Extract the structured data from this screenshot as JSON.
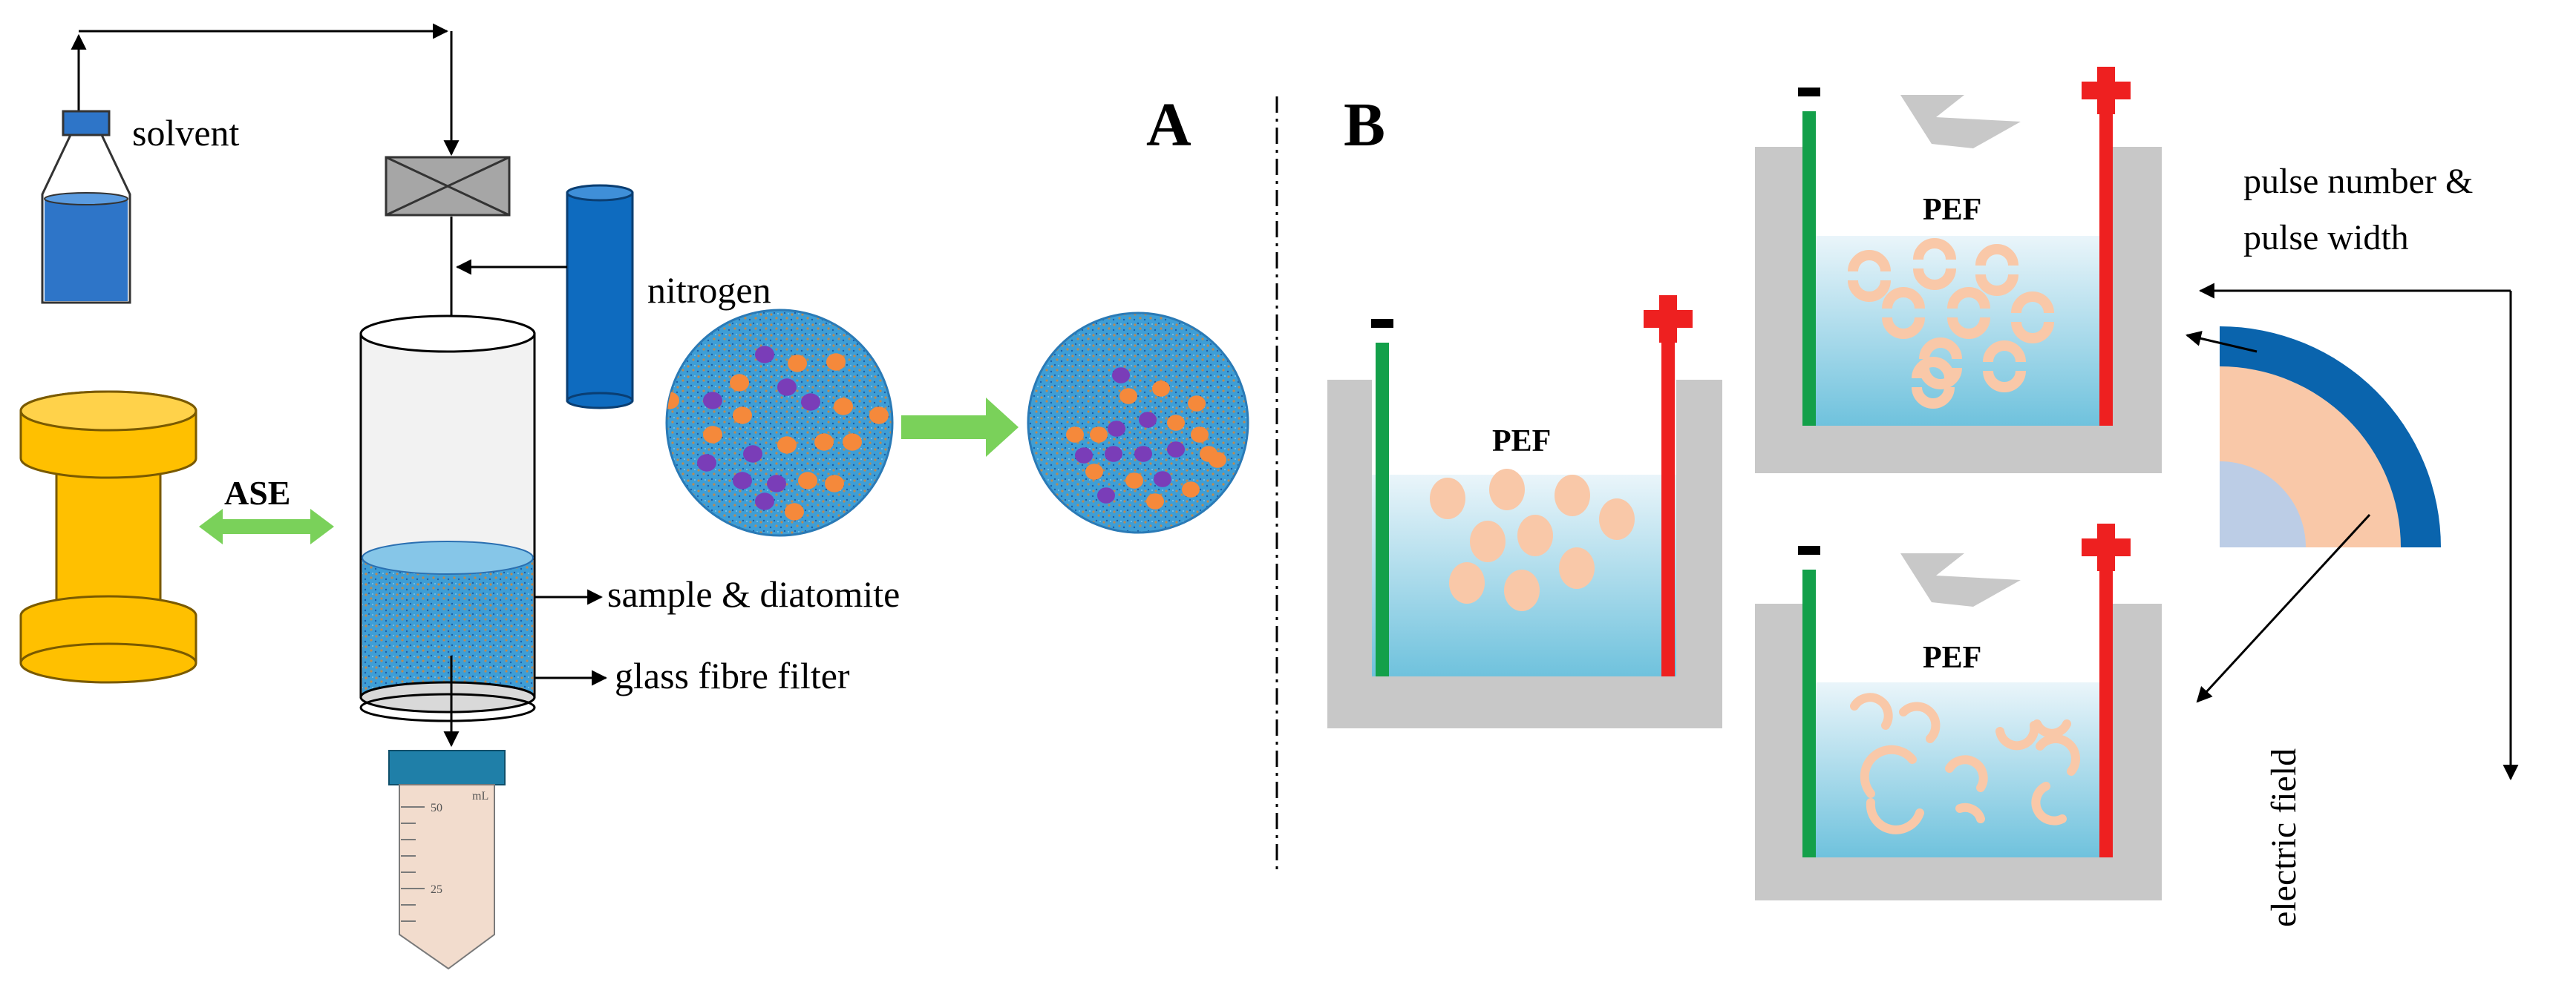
{
  "panels": {
    "a": "A",
    "b": "B"
  },
  "panel_a": {
    "solvent": "solvent",
    "nitrogen": "nitrogen",
    "ase": "ASE",
    "sample_diatomite": "sample & diatomite",
    "glass_fibre_filter": "glass fibre filter",
    "tube_ml": "mL",
    "tube_50": "50",
    "tube_25": "25"
  },
  "panel_b": {
    "pef_label": "PEF",
    "minus": "−",
    "pulse_line1": "pulse number &",
    "pulse_line2": "pulse width",
    "electric_field": "electric field"
  },
  "colors": {
    "blue_bottle": "#2e75c8",
    "dark_blue": "#0a64ad",
    "yellow": "#ffc000",
    "green_arrow": "#7ad15a",
    "orange": "#f5893b",
    "purple": "#7a3db8",
    "cell_pink": "#f9c8a8",
    "gray": "#c8c8c8",
    "green_electrode": "#13a04a",
    "red_electrode": "#ee2020"
  },
  "icons": [
    "solvent-bottle-icon",
    "valve-icon",
    "nitrogen-cylinder-icon",
    "ase-instrument-icon",
    "lightning-icon",
    "centrifuge-tube-icon"
  ]
}
